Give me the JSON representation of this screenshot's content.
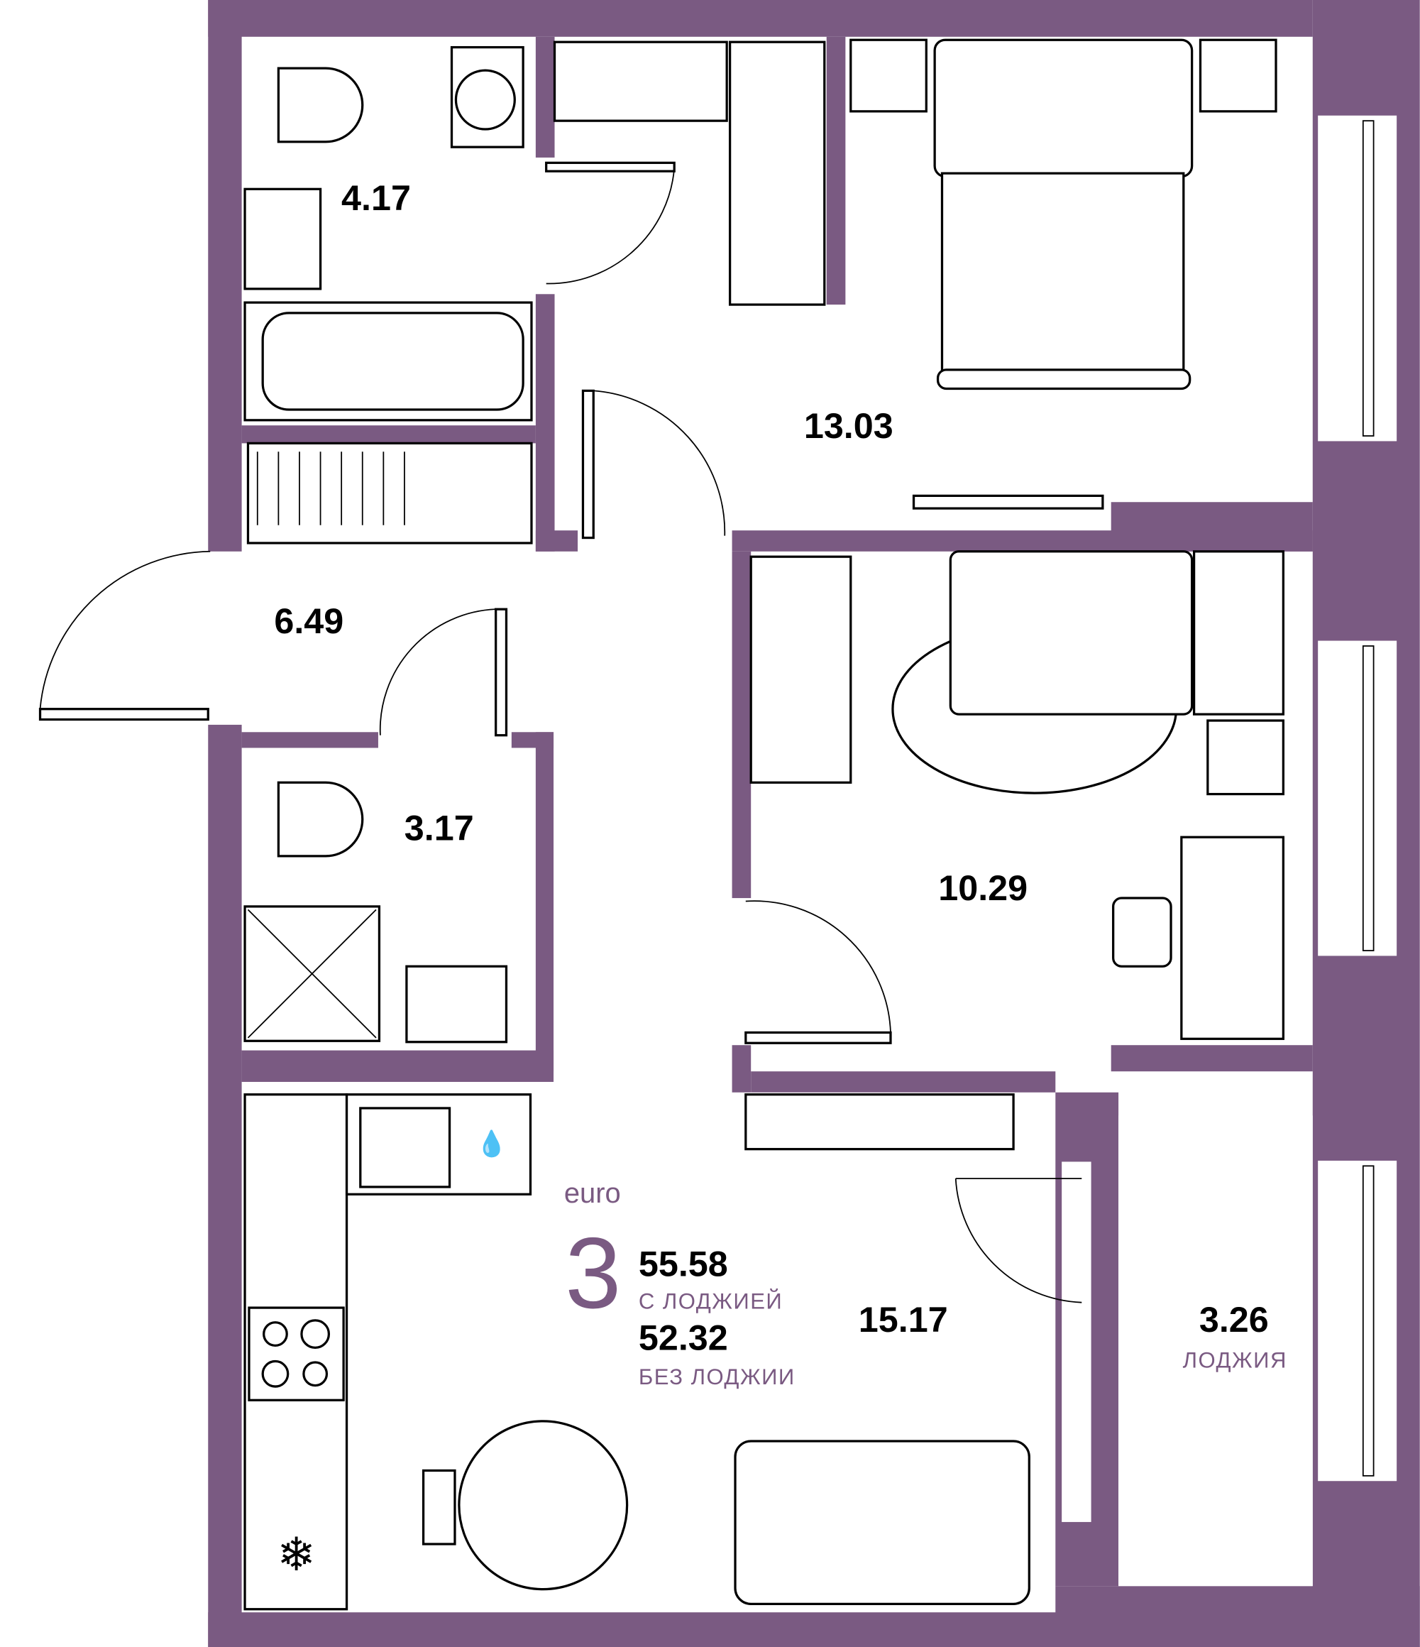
{
  "plan": {
    "type_label": "euro",
    "rooms_count": "3",
    "total_with_loggia": "55.58",
    "with_loggia_label": "С ЛОДЖИЕЙ",
    "total_without_loggia": "52.32",
    "without_loggia_label": "БЕЗ ЛОДЖИИ",
    "accent_color": "#7a5a82"
  },
  "rooms": {
    "bathroom": "4.17",
    "bedroom_1": "13.03",
    "hallway": "6.49",
    "wc": "3.17",
    "bedroom_2": "10.29",
    "kitchen_living": "15.17",
    "loggia": "3.26",
    "loggia_label": "ЛОДЖИЯ"
  }
}
